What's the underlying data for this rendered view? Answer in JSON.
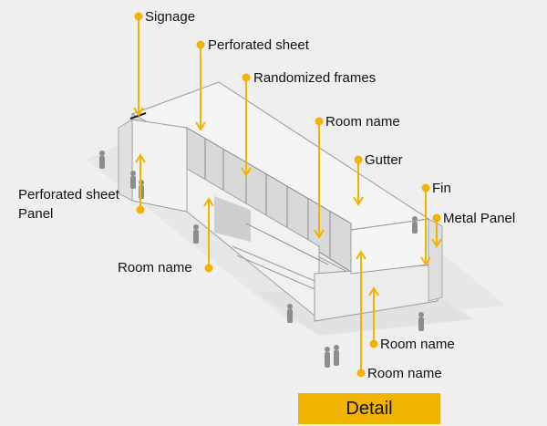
{
  "labels": {
    "signage": "Signage",
    "perforated_sheet": "Perforated sheet",
    "randomized_frames": "Randomized frames",
    "room_name_top": "Room name",
    "gutter": "Gutter",
    "fin": "Fin",
    "metal_panel": "Metal Panel",
    "perforated_sheet_panel_1": "Perforated sheet",
    "perforated_sheet_panel_2": "Panel",
    "room_name_left": "Room name",
    "room_name_bottom_1": "Room name",
    "room_name_bottom_2": "Room name"
  },
  "button": {
    "detail": "Detail"
  },
  "colors": {
    "accent": "#f0b400",
    "background": "#efefef",
    "building_line": "#9a9a9a"
  }
}
